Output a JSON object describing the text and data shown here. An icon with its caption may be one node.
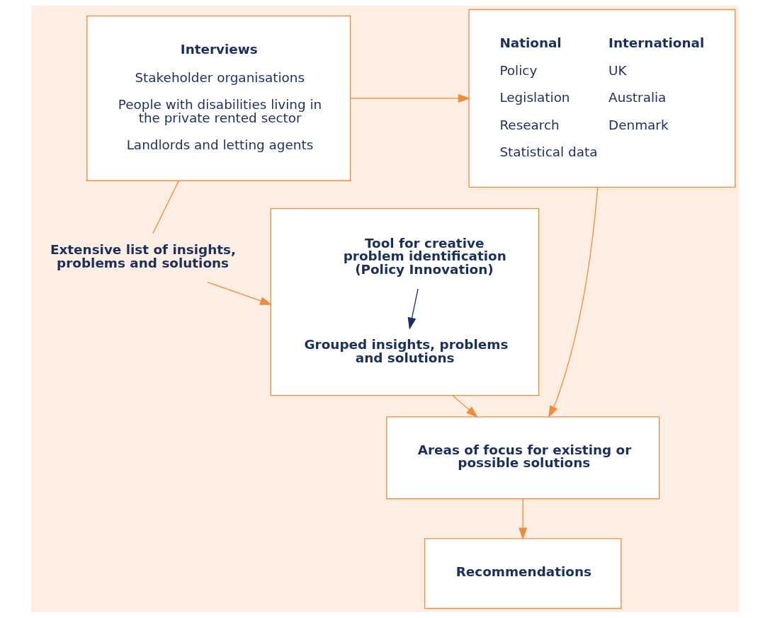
{
  "diagram": {
    "nodes": [
      {
        "text": [
          "Interviews",
          "Stakeholder organisations",
          "People with disabilities living in the private rented sector",
          "Landlords and letting agents"
        ]
      },
      {
        "text": [
          "National",
          "International",
          "Policy",
          "UK",
          "Legislation",
          "Australia",
          "Research",
          "Denmark",
          "Statistical data"
        ]
      },
      {
        "text": [
          "Extensive list of insights, problems and solutions"
        ]
      },
      {
        "text": [],
        "shape": "box"
      },
      {
        "text": [
          "Grouped insights, problems and solutions"
        ],
        "in": 3
      },
      {
        "text": [
          "Tool for creative problem identification (Policy Innovation)"
        ],
        "in": 3
      },
      {
        "text": [
          "Areas of focus for existing or possible solutions"
        ]
      },
      {
        "text": [
          "Recommendations"
        ]
      }
    ],
    "edges": [
      {
        "from": 0,
        "to": 1,
        "arrow": "to"
      },
      {
        "from": 0,
        "to": 2,
        "arrow": "none"
      },
      {
        "from": 2,
        "to": 3,
        "arrow": "to"
      },
      {
        "from": 1,
        "to": 6,
        "arrow": "to"
      },
      {
        "from": 3,
        "to": 6,
        "arrow": "to"
      },
      {
        "from": 5,
        "to": 4,
        "arrow": "to",
        "color": "#1b2f5e"
      },
      {
        "from": 6,
        "to": 7,
        "arrow": "to"
      }
    ]
  }
}
